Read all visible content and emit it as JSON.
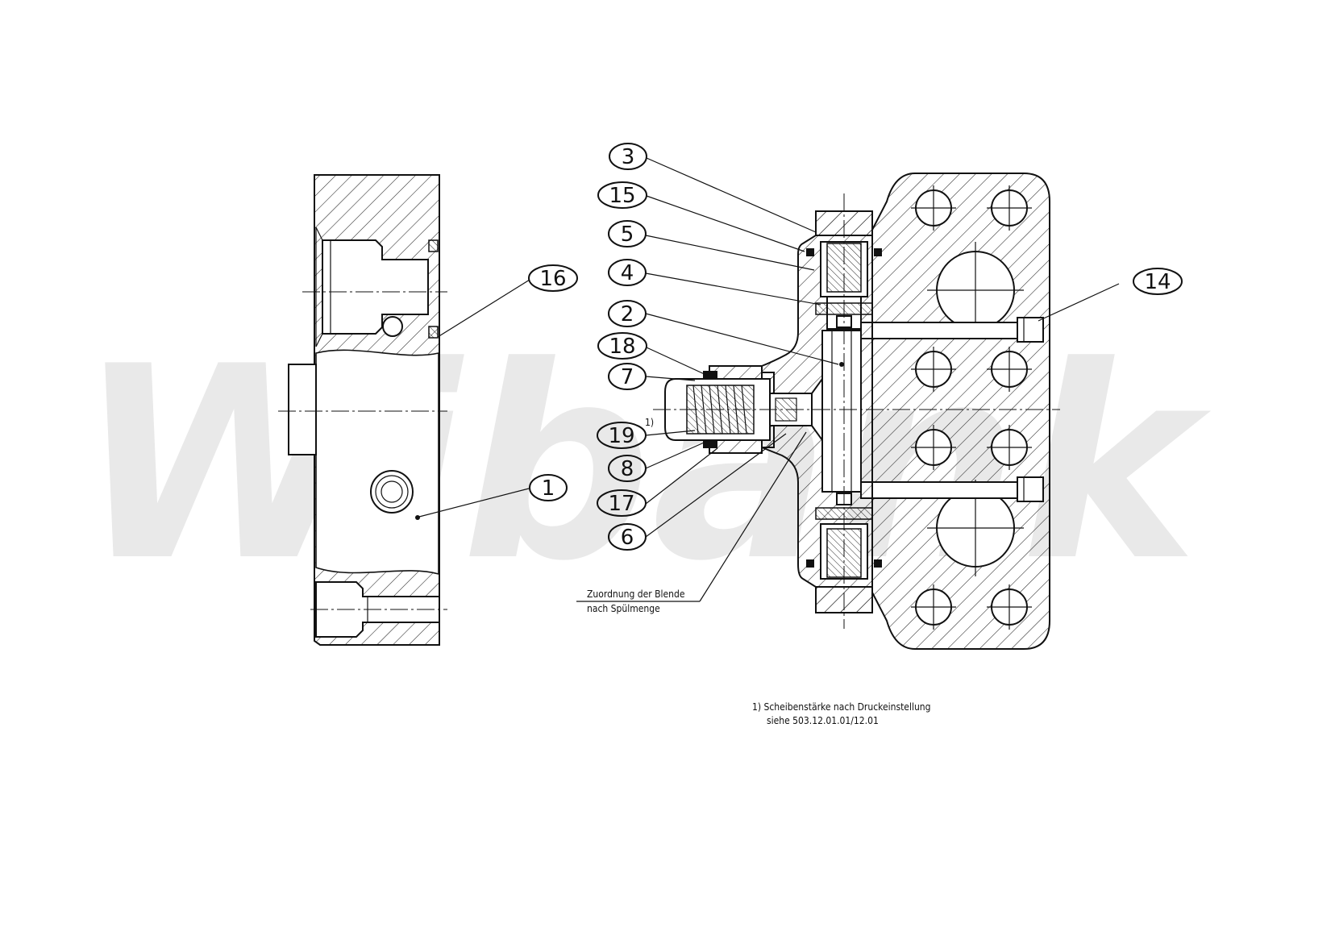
{
  "watermark": "Wibank",
  "balloons": [
    {
      "id": "b3",
      "label": "3"
    },
    {
      "id": "b15",
      "label": "15"
    },
    {
      "id": "b5",
      "label": "5"
    },
    {
      "id": "b4",
      "label": "4"
    },
    {
      "id": "b2",
      "label": "2"
    },
    {
      "id": "b18",
      "label": "18"
    },
    {
      "id": "b7",
      "label": "7"
    },
    {
      "id": "b19",
      "label": "19"
    },
    {
      "id": "b8",
      "label": "8"
    },
    {
      "id": "b17",
      "label": "17"
    },
    {
      "id": "b6",
      "label": "6"
    },
    {
      "id": "b16",
      "label": "16"
    },
    {
      "id": "b1",
      "label": "1"
    },
    {
      "id": "b14",
      "label": "14"
    }
  ],
  "superscript_19": "1)",
  "annotation": {
    "line1": "Zuordnung der Blende",
    "line2": "nach Spülmenge"
  },
  "footnote": {
    "line1": "1)  Scheibenstärke  nach  Druckeinstellung",
    "line2": "siehe  503.12.01.01/12.01"
  }
}
